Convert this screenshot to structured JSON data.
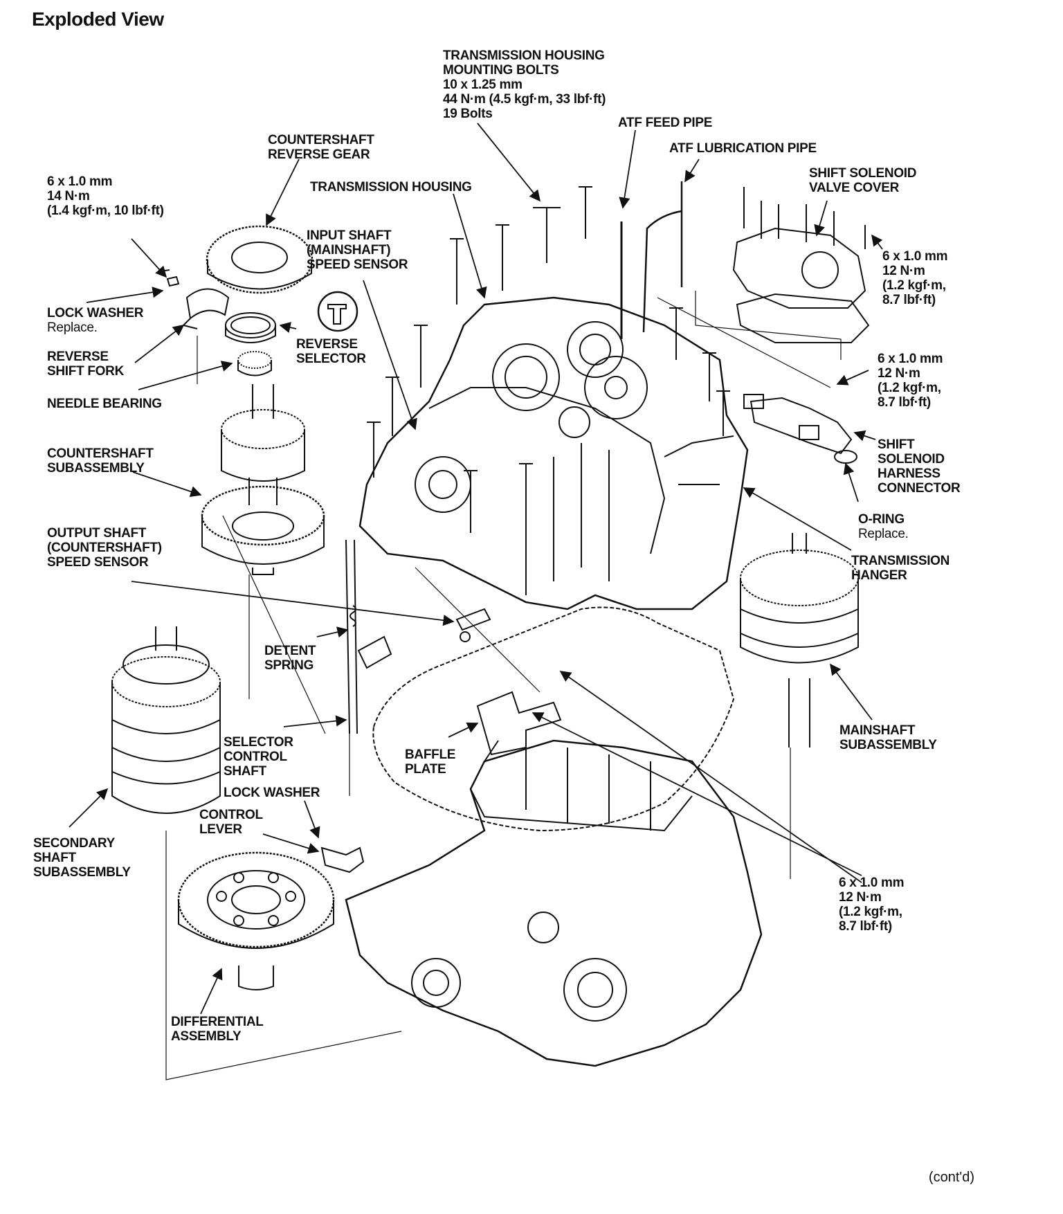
{
  "title": "Exploded View",
  "contd": "(cont'd)",
  "labels": {
    "housing_bolts": "TRANSMISSION HOUSING\nMOUNTING BOLTS\n10 x 1.25 mm\n44 N·m (4.5 kgf·m, 33 lbf·ft)\n19 Bolts",
    "atf_feed": "ATF FEED PIPE",
    "atf_lube": "ATF LUBRICATION PIPE",
    "cs_reverse_gear": "COUNTERSHAFT\nREVERSE GEAR",
    "trans_housing": "TRANSMISSION HOUSING",
    "solenoid_cover": "SHIFT SOLENOID\nVALVE COVER",
    "bolt_14nm": "6 x 1.0 mm\n14 N·m\n(1.4 kgf·m, 10 lbf·ft)",
    "input_sensor": "INPUT SHAFT\n(MAINSHAFT)\nSPEED SENSOR",
    "bolt_cover": "6 x 1.0 mm\n12 N·m\n(1.2 kgf·m,\n8.7 lbf·ft)",
    "lock_washer_1": "LOCK WASHER",
    "replace_1": "Replace.",
    "reverse_selector": "REVERSE\nSELECTOR",
    "reverse_fork": "REVERSE\nSHIFT FORK",
    "bolt_harness": "6 x 1.0 mm\n12 N·m\n(1.2 kgf·m,\n8.7 lbf·ft)",
    "needle_bearing": "NEEDLE BEARING",
    "cs_subassembly": "COUNTERSHAFT\nSUBASSEMBLY",
    "harness_connector": "SHIFT\nSOLENOID\nHARNESS\nCONNECTOR",
    "o_ring": "O-RING",
    "replace_2": "Replace.",
    "output_sensor": "OUTPUT SHAFT\n(COUNTERSHAFT)\nSPEED SENSOR",
    "trans_hanger": "TRANSMISSION\nHANGER",
    "detent_spring": "DETENT\nSPRING",
    "mainshaft": "MAINSHAFT\nSUBASSEMBLY",
    "selector_shaft": "SELECTOR\nCONTROL\nSHAFT",
    "baffle": "BAFFLE\nPLATE",
    "lock_washer_2": "LOCK WASHER",
    "control_lever": "CONTROL\nLEVER",
    "secondary_shaft": "SECONDARY\nSHAFT\nSUBASSEMBLY",
    "bolt_baffle": "6 x 1.0 mm\n12 N·m\n(1.2 kgf·m,\n8.7 lbf·ft)",
    "differential": "DIFFERENTIAL\nASSEMBLY"
  }
}
